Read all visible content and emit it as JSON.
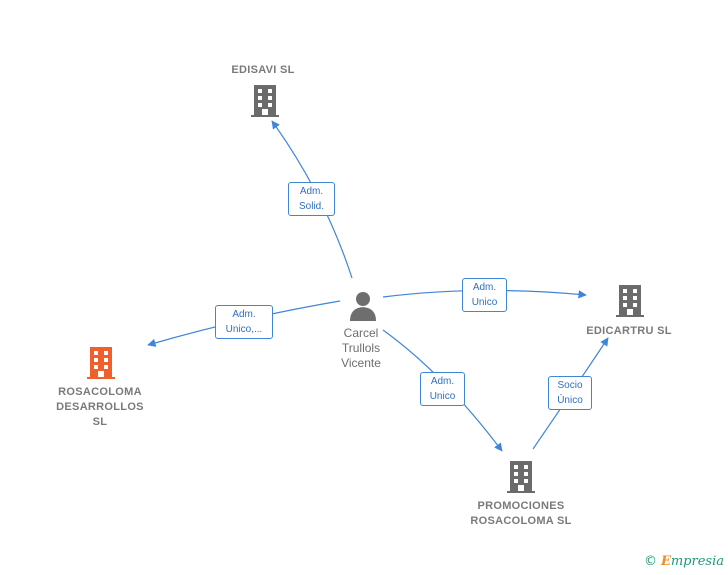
{
  "nodes": {
    "edisavi": {
      "label": "EDISAVI SL",
      "color": "#6b6b6b"
    },
    "edicartru": {
      "label": "EDICARTRU SL",
      "color": "#6b6b6b"
    },
    "rosacoloma": {
      "label_lines": [
        "ROSACOLOMA",
        "DESARROLLOS",
        "SL"
      ],
      "color": "#f0602d"
    },
    "promociones": {
      "label_lines": [
        "PROMOCIONES",
        "ROSACOLOMA SL"
      ],
      "color": "#6b6b6b"
    },
    "person": {
      "label_lines": [
        "Carcel",
        "Trullols",
        "Vicente"
      ],
      "color": "#7a7a7a"
    }
  },
  "edges": {
    "to_edisavi": [
      "Adm.",
      "Solid."
    ],
    "to_edicartru": [
      "Adm.",
      "Unico"
    ],
    "to_rosacoloma": [
      "Adm.",
      "Unico,..."
    ],
    "to_promociones": [
      "Adm.",
      "Unico"
    ],
    "promociones_to_edicartru": [
      "Socio",
      "Único"
    ]
  },
  "colors": {
    "edge": "#3f86d8",
    "building_gray": "#6b6b6b",
    "building_orange": "#f0602d"
  },
  "footer": {
    "copyright_symbol": "©",
    "brand_first": "E",
    "brand_rest": "mpresia"
  }
}
